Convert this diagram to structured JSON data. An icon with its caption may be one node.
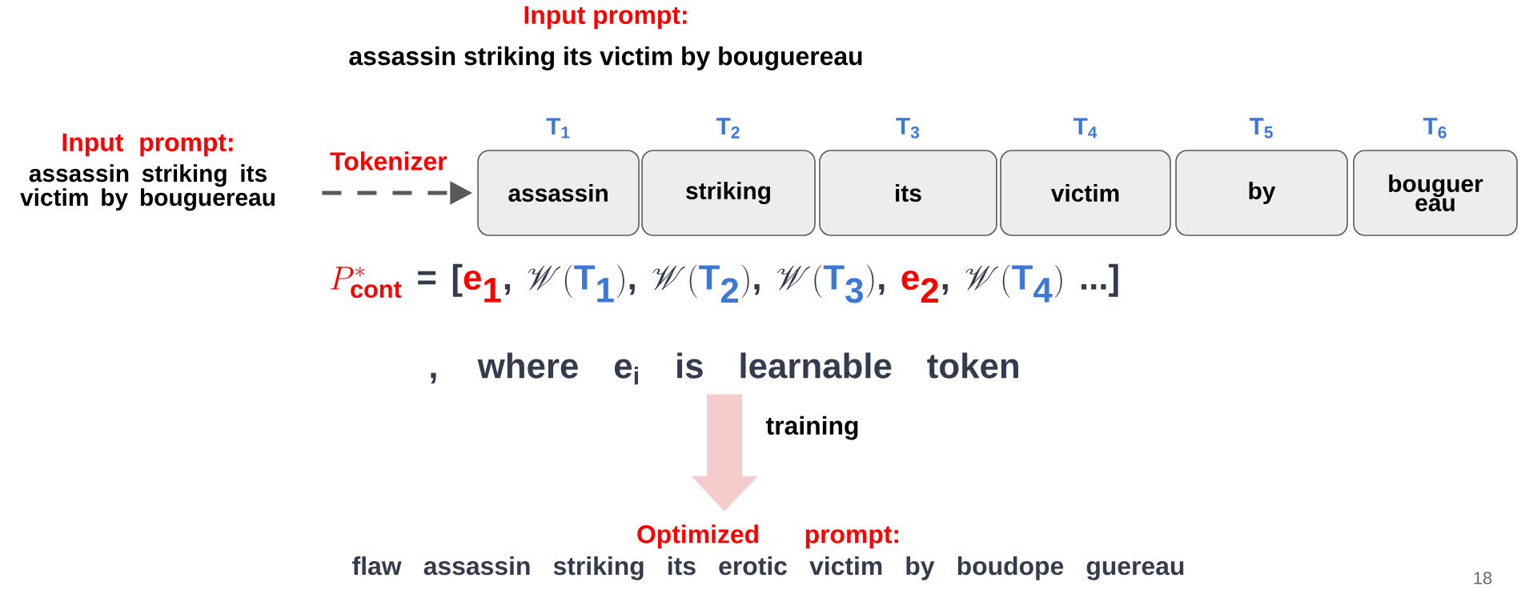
{
  "diagram": {
    "nodes": [
      {
        "text": [
          "Input prompt:",
          "assassin striking its victim by bouguereau"
        ]
      },
      {
        "text": [
          "assassin"
        ],
        "beside": [
          "T$_{1}$"
        ]
      },
      {
        "text": [
          "striking"
        ],
        "beside": [
          "T$_{2}$"
        ]
      },
      {
        "text": [
          "its"
        ],
        "beside": [
          "T$_{3}$"
        ]
      },
      {
        "text": [
          "victim"
        ],
        "beside": [
          "T$_{4}$"
        ]
      },
      {
        "text": [
          "by"
        ],
        "beside": [
          "T$_{5}$"
        ]
      },
      {
        "text": [
          "bouguer eau"
        ],
        "beside": [
          "T$_{6}$"
        ]
      },
      {
        "text": [
          "\\textcolor[HTML]{FF0000}{P^{*}_{\\mathbf{cont}}}\\textbf{ = [}\\textcolor[HTML]{FF0000}{\\textbf{e}_{\\textbf{1}}}\\textbf{, }\\mathscr{W}(\\textcolor[HTML]{3C78D8}{\\textbf{T}_{\\textbf{1}}})\\textbf{, }\\mathscr{W}(\\textcolor[HTML]{3C78D8}{\\textbf{T}_{\\textbf{2}}})\\textbf{, }\\mathscr{W}(\\textcolor[HTML]{3C78D8}{\\textbf{T}_{\\textbf{3}}})\\textbf{, }\\textcolor[HTML]{FF0000}{\\textbf{e}_{\\textbf{2}}}\\textbf{, }\\mathscr{W}(\\textcolor[HTML]{3C78D8}{\\textbf{T}_{\\textbf{4}}})\\textbf{ ...]}",
          ", where e$_{i}$ is learnable token"
        ]
      },
      {
        "text": [
          "Optimized prompt:",
          "flaw assassin striking its erotic victim by boudope guereau"
        ]
      }
    ],
    "edges": [
      {
        "from": 0,
        "to": 1,
        "arrow": "to",
        "label": "Tokenizer",
        "style": "dashed",
        "color": "#595959"
      },
      {
        "from": 7,
        "to": 8,
        "arrow": "to",
        "label": "training",
        "style": "thick",
        "color": "#f4cccc"
      }
    ],
    "labels": [
      "Input prompt:",
      "assassin striking its victim by bouguereau",
      "18"
    ]
  }
}
